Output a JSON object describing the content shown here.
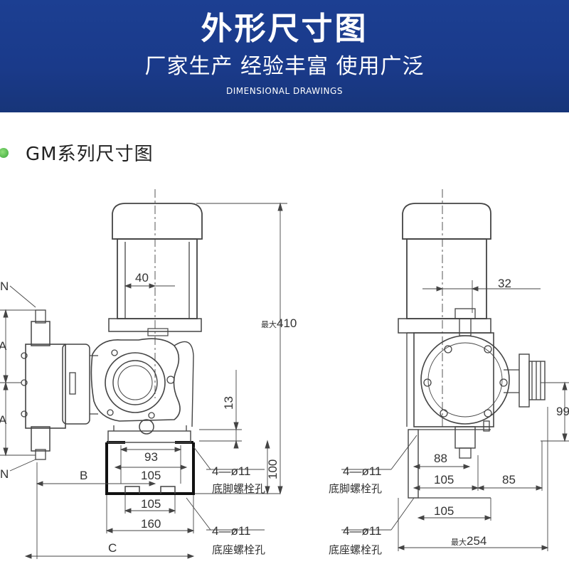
{
  "banner": {
    "title": "外形尺寸图",
    "subtitle": "厂家生产 经验丰富 使用广泛",
    "english": "DIMENSIONAL DRAWINGS"
  },
  "section": {
    "title": "GM系列尺寸图"
  },
  "left_view": {
    "dim_40": "40",
    "max_label": "最大",
    "dim_410": "410",
    "dim_13": "13",
    "dim_100": "100",
    "dim_93": "93",
    "dim_105_top": "105",
    "dim_105_bottom": "105",
    "dim_160": "160",
    "label_B": "B",
    "label_C": "C",
    "label_A_top": "A",
    "label_A_bottom": "A",
    "label_N_top": "N",
    "label_N_bottom": "N",
    "foot_holes": "4—ø11",
    "foot_holes_desc": "底脚螺栓孔",
    "base_holes": "4—ø11",
    "base_holes_desc": "底座螺栓孔"
  },
  "right_view": {
    "dim_32": "32",
    "dim_99": "99",
    "dim_88": "88",
    "dim_105_top": "105",
    "dim_85": "85",
    "dim_105_bottom": "105",
    "max_label": "最大",
    "dim_254": "254",
    "foot_holes": "4—ø11",
    "foot_holes_desc": "底脚螺栓孔",
    "base_holes": "4—ø11",
    "base_holes_desc": "底座螺栓孔"
  }
}
